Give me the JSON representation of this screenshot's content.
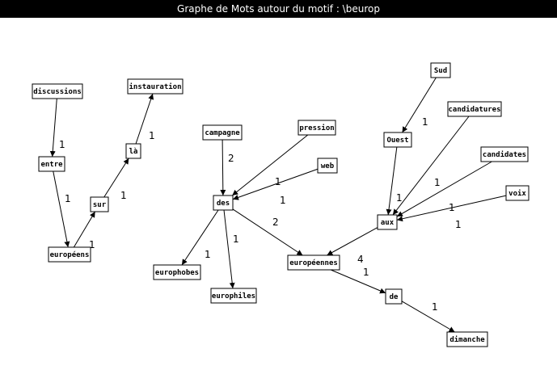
{
  "title": "Graphe de Mots autour du motif : \\beurop",
  "nodes": [
    {
      "id": "discussions",
      "label": "discussions"
    },
    {
      "id": "entre",
      "label": "entre"
    },
    {
      "id": "europeens",
      "label": "européens"
    },
    {
      "id": "sur",
      "label": "sur"
    },
    {
      "id": "la",
      "label": "là"
    },
    {
      "id": "instauration",
      "label": "instauration"
    },
    {
      "id": "campagne",
      "label": "campagne"
    },
    {
      "id": "pression",
      "label": "pression"
    },
    {
      "id": "web",
      "label": "web"
    },
    {
      "id": "des",
      "label": "des"
    },
    {
      "id": "europhobes",
      "label": "europhobes"
    },
    {
      "id": "europhiles",
      "label": "europhiles"
    },
    {
      "id": "europeennes",
      "label": "européennes"
    },
    {
      "id": "de",
      "label": "de"
    },
    {
      "id": "dimanche",
      "label": "dimanche"
    },
    {
      "id": "sud",
      "label": "Sud"
    },
    {
      "id": "ouest",
      "label": "Ouest"
    },
    {
      "id": "candidatures",
      "label": "candidatures"
    },
    {
      "id": "candidates",
      "label": "candidates"
    },
    {
      "id": "voix",
      "label": "voix"
    },
    {
      "id": "aux",
      "label": "aux"
    }
  ],
  "edges": [
    {
      "from": "discussions",
      "to": "entre",
      "weight": "1"
    },
    {
      "from": "entre",
      "to": "europeens",
      "weight": "1"
    },
    {
      "from": "europeens",
      "to": "sur",
      "weight": "1"
    },
    {
      "from": "sur",
      "to": "la",
      "weight": "1"
    },
    {
      "from": "la",
      "to": "instauration",
      "weight": "1"
    },
    {
      "from": "campagne",
      "to": "des",
      "weight": "2"
    },
    {
      "from": "pression",
      "to": "des",
      "weight": "1"
    },
    {
      "from": "web",
      "to": "des",
      "weight": "1"
    },
    {
      "from": "des",
      "to": "europhobes",
      "weight": "1"
    },
    {
      "from": "des",
      "to": "europhiles",
      "weight": "1"
    },
    {
      "from": "des",
      "to": "europeennes",
      "weight": "2"
    },
    {
      "from": "aux",
      "to": "europeennes",
      "weight": "4"
    },
    {
      "from": "europeennes",
      "to": "de",
      "weight": "1"
    },
    {
      "from": "de",
      "to": "dimanche",
      "weight": "1"
    },
    {
      "from": "sud",
      "to": "ouest",
      "weight": "1"
    },
    {
      "from": "ouest",
      "to": "aux",
      "weight": "1"
    },
    {
      "from": "candidatures",
      "to": "aux",
      "weight": "1"
    },
    {
      "from": "candidates",
      "to": "aux",
      "weight": "1"
    },
    {
      "from": "voix",
      "to": "aux",
      "weight": "1"
    }
  ]
}
